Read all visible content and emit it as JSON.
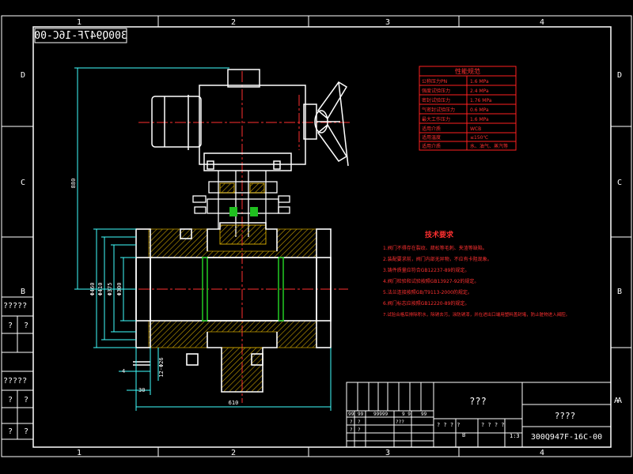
{
  "colors": {
    "background": "#000000",
    "border": "#ffffff",
    "body_outline": "#ffffff",
    "hatch": "#c8a000",
    "centerline": "#ff3030",
    "dimension": "#40ffff",
    "green": "#20c020",
    "table_frame": "#ff2020",
    "notes": "#ff2020"
  },
  "drawing_number_mirrored": "300Q947F-16C-00",
  "zone_columns": [
    "1",
    "2",
    "3",
    "4"
  ],
  "zone_rows": [
    "D",
    "C",
    "B",
    "A"
  ],
  "left_column_labels": [
    "?????",
    "?",
    "?",
    "?????",
    "?",
    "?",
    "?",
    "?"
  ],
  "spec_table": {
    "title": "性能规范",
    "rows": [
      {
        "label": "公称压力PN",
        "value": "1.6 MPa"
      },
      {
        "label": "强度试验压力",
        "value": "2.4 MPa"
      },
      {
        "label": "密封试验压力",
        "value": "1.76 MPa"
      },
      {
        "label": "气密封试验压力",
        "value": "0.6 MPa"
      },
      {
        "label": "最大工作压力",
        "value": "1.6 MPa"
      },
      {
        "label": "适用介质",
        "value": "WCB"
      },
      {
        "label": "适用温度",
        "value": "≤150℃"
      },
      {
        "label": "适用介质",
        "value": "水、油气、蒸汽等"
      }
    ]
  },
  "tech_requirements": {
    "title": "技术要求",
    "items": [
      "1.阀门不得存在裂纹、疏松等毛刺、夹渣等缺陷。",
      "2.装配要求前，阀门内部无异物，不应有卡阻现象。",
      "3.铸件质量应符合GB12237-89的规定。",
      "4.阀门检验和试验按照GB13927-92的规定。",
      "5.法兰连接按照GB/T9113-2000的规定。",
      "6.阀门标志应按照GB12220-89的规定。",
      "7.试验合格后排除积水，除锈去污，涂防锈漆，并在进出口端用塑料盖封堵，防止脏物进入阀腔。"
    ]
  },
  "dimensions": {
    "overall_height": "880",
    "d1": "Φ460",
    "d2": "Φ410",
    "d3": "Φ375",
    "d4": "Φ300",
    "flange_t": "4",
    "bolt": "12-Φ26",
    "offset": "30",
    "length": "610"
  },
  "title_block": {
    "part_name": "???",
    "company": "????",
    "drawing_number": "300Q947F-16C-00",
    "scale": "1:3",
    "sheet": "B",
    "zone_a": "A",
    "small_row1": [
      "99",
      "99",
      "99999",
      "9 9",
      "99"
    ],
    "small_cells": [
      "?",
      "?",
      "???",
      "?",
      "?"
    ],
    "mid_cells": [
      "? ? ? ?",
      "B",
      "? ? ? ?"
    ]
  }
}
